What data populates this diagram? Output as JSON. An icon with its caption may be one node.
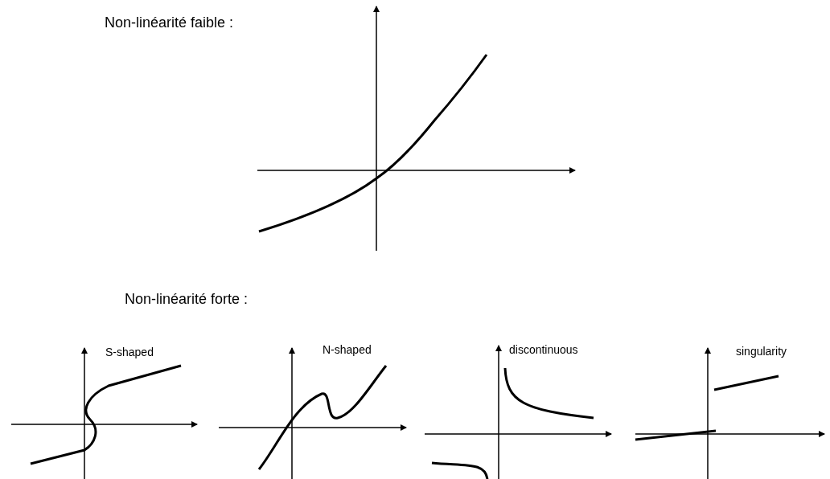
{
  "diagram": {
    "labels": [
      "Non-linéarité faible :",
      "Non-linéarité forte :",
      "S-shaped",
      "N-shaped",
      "discontinuous",
      "singularity"
    ]
  }
}
